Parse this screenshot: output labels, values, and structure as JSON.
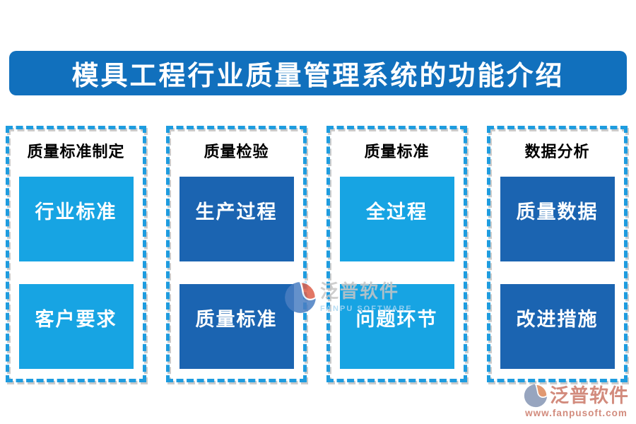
{
  "header": {
    "title": "模具工程行业质量管理系统的功能介绍"
  },
  "panels": [
    {
      "title": "质量标准制定",
      "boxes": [
        "行业标准",
        "客户要求"
      ],
      "box_color": "#17A4E3"
    },
    {
      "title": "质量检验",
      "boxes": [
        "生产过程",
        "质量标准"
      ],
      "box_color": "#1B64B1"
    },
    {
      "title": "质量标准",
      "boxes": [
        "全过程",
        "问题环节"
      ],
      "box_color": "#17A4E3"
    },
    {
      "title": "数据分析",
      "boxes": [
        "质量数据",
        "改进措施"
      ],
      "box_color": "#1B64B1"
    }
  ],
  "watermark": {
    "name": "泛普软件",
    "name_en": "FANPU SOFTWARE"
  },
  "footer": {
    "brand": "泛普软件",
    "website": "www.fanpusoft.com"
  },
  "colors": {
    "header_bg": "#1170BD",
    "dash_border": "#1E9CDF",
    "cyan_box": "#17A4E3",
    "dark_box": "#1B64B1",
    "watermark_name": "#C6C6C6",
    "watermark_en": "#A9D6F2",
    "footer_text": "#CE7F6F",
    "logo_slate": "#8C9CB9",
    "logo_orange": "#DE8E63"
  }
}
